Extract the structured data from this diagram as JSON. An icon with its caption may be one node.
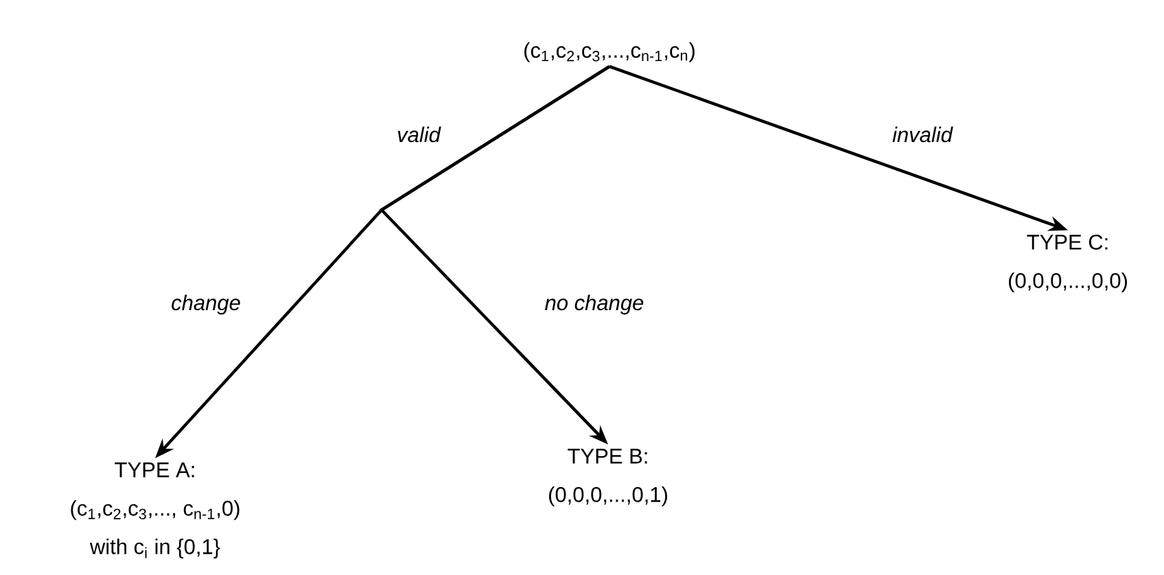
{
  "diagram": {
    "nodes": [
      {
        "text": [
          "(c$_{1}$,c$_{2}$,c$_{3}$,...,c$_{n-1}$,c$_{n}$)"
        ]
      },
      {
        "text": [
          "TYPE C:",
          "(0,0,0,...,0,0)"
        ]
      },
      {
        "text": [
          "TYPE A:",
          "(c$_{1}$,c$_{2}$,c$_{3}$,..., c$_{n-1}$,0)",
          "with c$_{i}$ in {0,1}"
        ]
      },
      {
        "text": [
          "TYPE B:",
          "(0,0,0,...,0,1)"
        ]
      }
    ],
    "edges": [
      {
        "from": 0,
        "to": 1,
        "arrow": "to",
        "label": "invalid"
      },
      {
        "from": 0,
        "to": 2,
        "arrow": "to",
        "label": "change"
      },
      {
        "from": 0,
        "to": 3,
        "arrow": "to",
        "label": "no change"
      }
    ],
    "labels": [
      "valid"
    ]
  }
}
